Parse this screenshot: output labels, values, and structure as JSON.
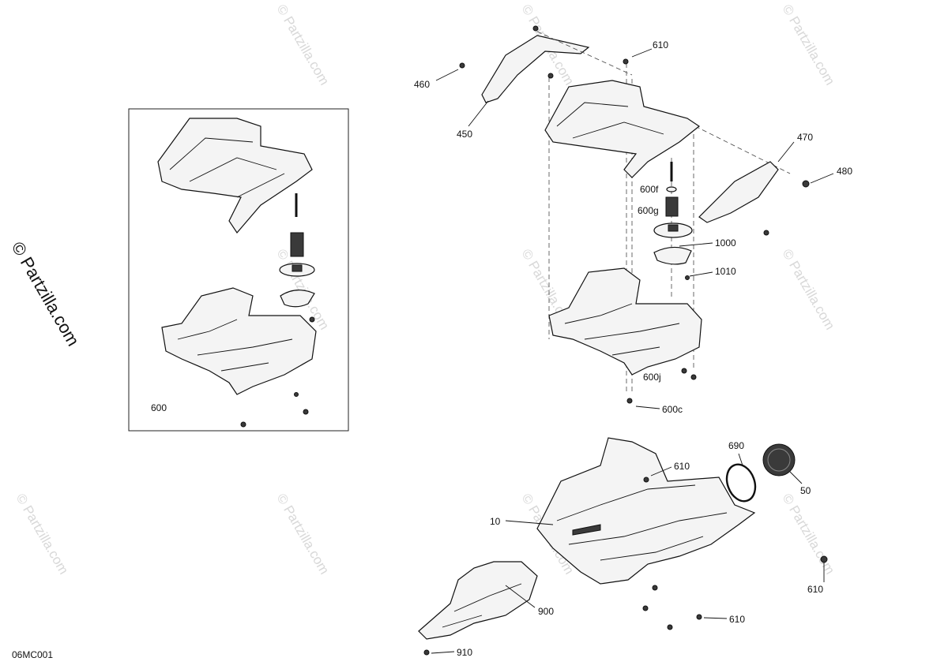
{
  "watermark": {
    "side_text": "© Partzilla.com",
    "tile_text": "© Partzilla.com"
  },
  "inset": {
    "label": "600"
  },
  "callouts": {
    "c460": "460",
    "c450": "450",
    "c610_top": "610",
    "c470": "470",
    "c480": "480",
    "c600f": "600f",
    "c600g": "600g",
    "c1000": "1000",
    "c1010": "1010",
    "c600j": "600j",
    "c600c": "600c",
    "c690": "690",
    "c50": "50",
    "c610_mid": "610",
    "c10": "10",
    "c610_right": "610",
    "c900": "900",
    "c610_bottom": "610",
    "c910": "910"
  },
  "diagram_code": "06MC001"
}
